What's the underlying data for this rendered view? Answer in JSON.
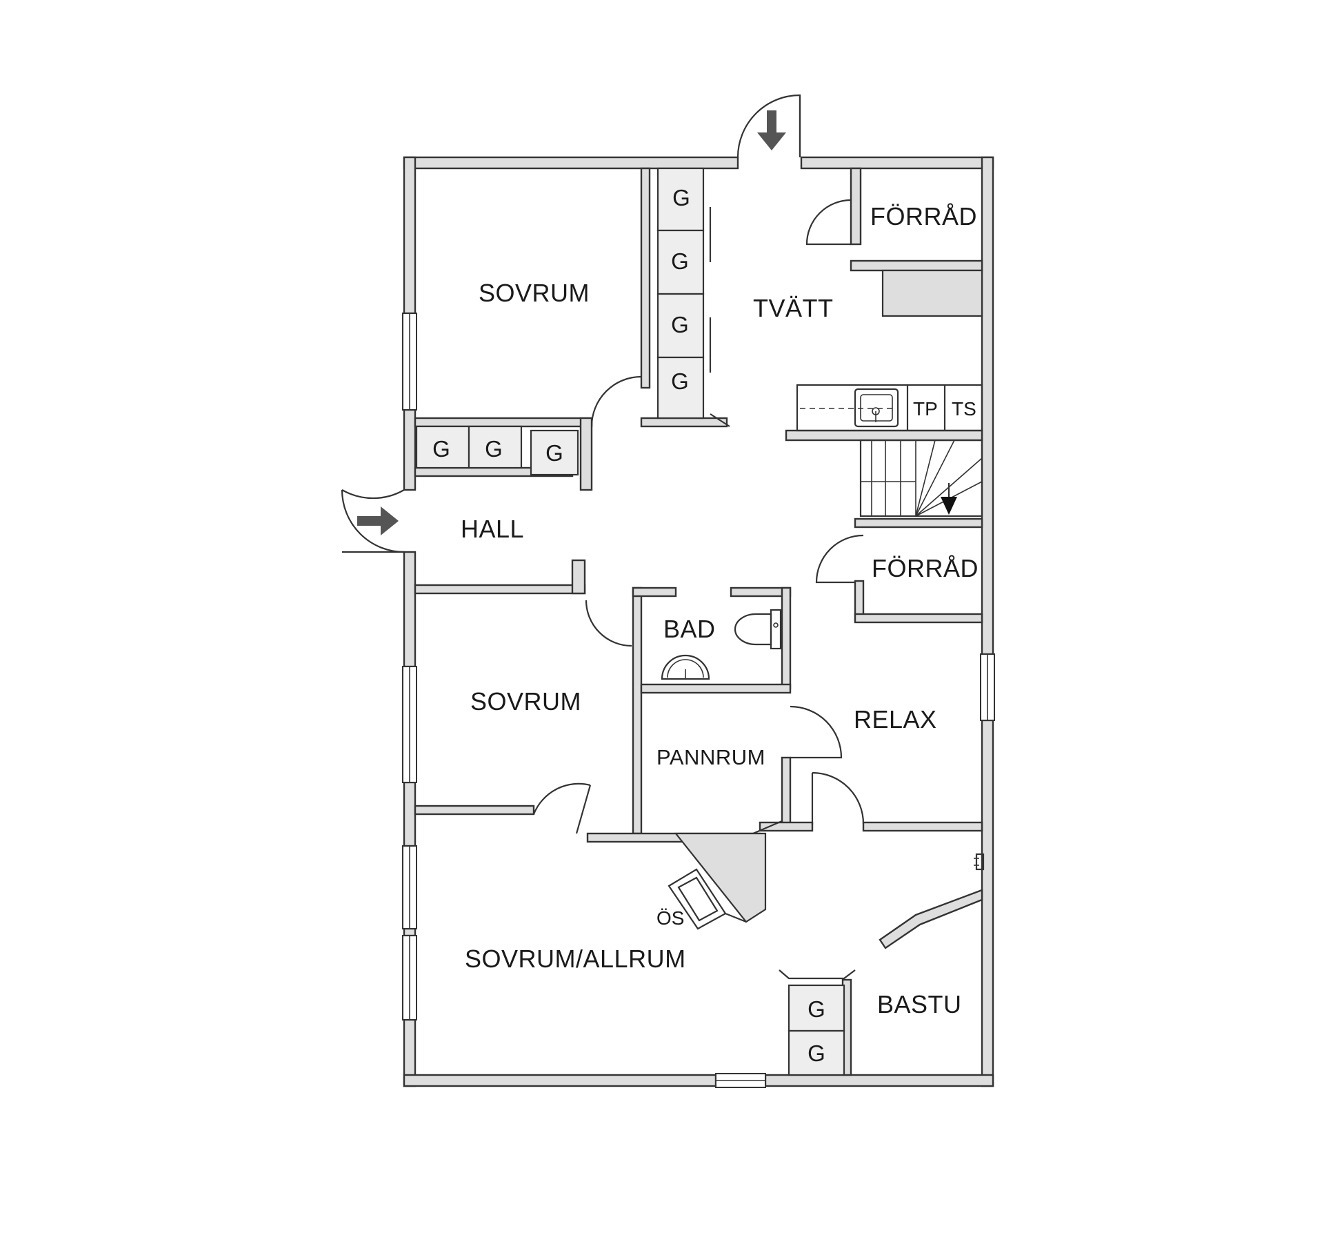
{
  "rooms": {
    "sovrum_top": "SOVRUM",
    "tvatt": "TVÄTT",
    "forrad_top": "FÖRRÅD",
    "hall": "HALL",
    "forrad_mid": "FÖRRÅD",
    "bad": "BAD",
    "sovrum_mid": "SOVRUM",
    "relax": "RELAX",
    "pannrum": "PANNRUM",
    "sovrum_allrum": "SOVRUM/ALLRUM",
    "bastu": "BASTU"
  },
  "fixtures": {
    "wardrobe": "G",
    "tp": "TP",
    "ts": "TS",
    "os": "ÖS"
  },
  "colors": {
    "wall_fill": "#dedede",
    "line": "#333333",
    "background": "#ffffff"
  }
}
